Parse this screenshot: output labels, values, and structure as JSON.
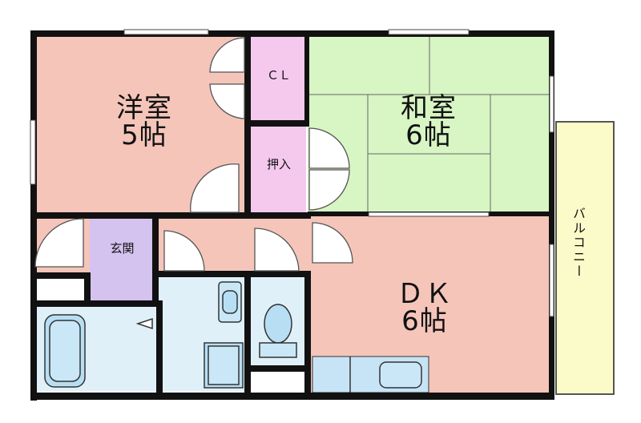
{
  "rooms": {
    "western": {
      "name": "洋室",
      "size": "5帖",
      "label": "洋室\n5帖"
    },
    "japanese": {
      "name": "和室",
      "size": "6帖",
      "label": "和室\n6帖"
    },
    "dk": {
      "name": "DK",
      "size": "6帖",
      "label": "ＤＫ\n6帖"
    },
    "closet": {
      "label": "ＣＬ"
    },
    "oshiire": {
      "label": "押入"
    },
    "entrance": {
      "label": "玄関"
    },
    "balcony": {
      "label": "バルコニー"
    }
  },
  "colors": {
    "western": "#f5c5ba",
    "japanese": "#d8f5c4",
    "dk": "#f5c5ba",
    "hall": "#f5c5ba",
    "closet": "#f5c8ee",
    "entrance": "#d4c2ef",
    "wet": "#dff0f9",
    "balcony": "#fbfbca",
    "wall": "#111111"
  },
  "icons": [
    "bathtub-icon",
    "washbasin-icon",
    "toilet-icon",
    "kitchen-sink-icon",
    "door-swing-icon"
  ]
}
